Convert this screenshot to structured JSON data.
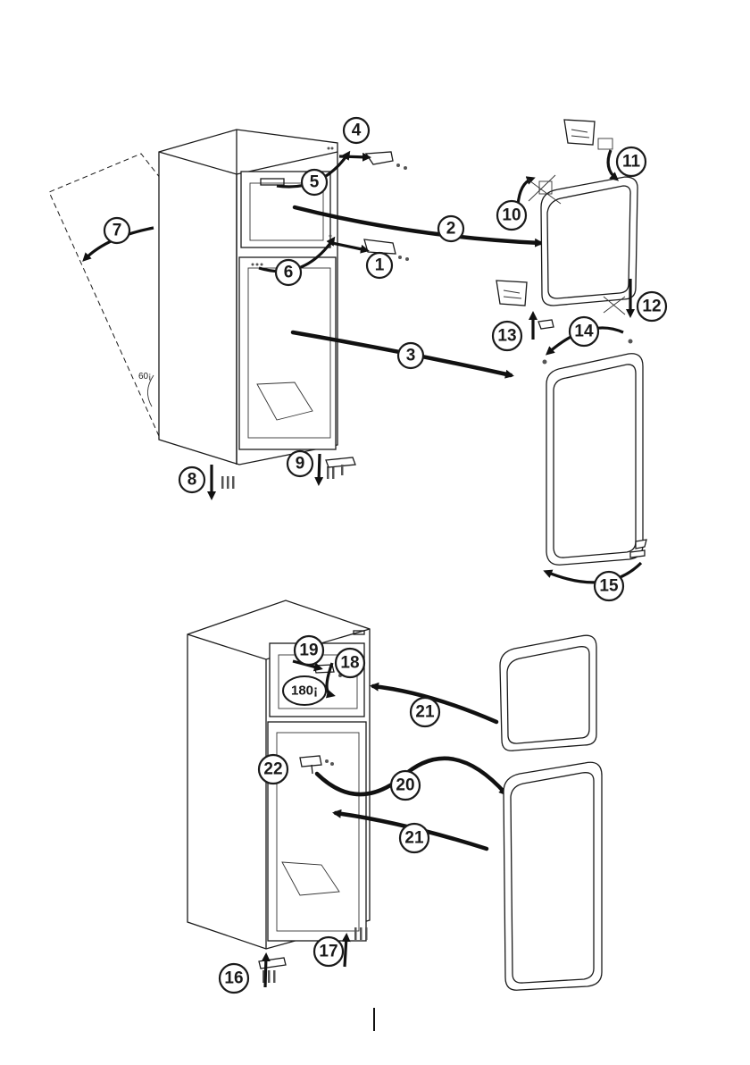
{
  "figure": {
    "steps": [
      "1",
      "2",
      "3",
      "4",
      "5",
      "6",
      "7",
      "8",
      "9",
      "10",
      "11",
      "12",
      "13",
      "14",
      "15",
      "16",
      "17",
      "18",
      "19",
      "20",
      "21",
      "22"
    ],
    "angle_small": "60¡",
    "angle_large": "180¡"
  },
  "colors": {
    "ink": "#1a1a1a",
    "paper": "#ffffff"
  },
  "icons": [
    "screw-icon",
    "hinge-icon",
    "bag-icon",
    "cross-icon"
  ]
}
